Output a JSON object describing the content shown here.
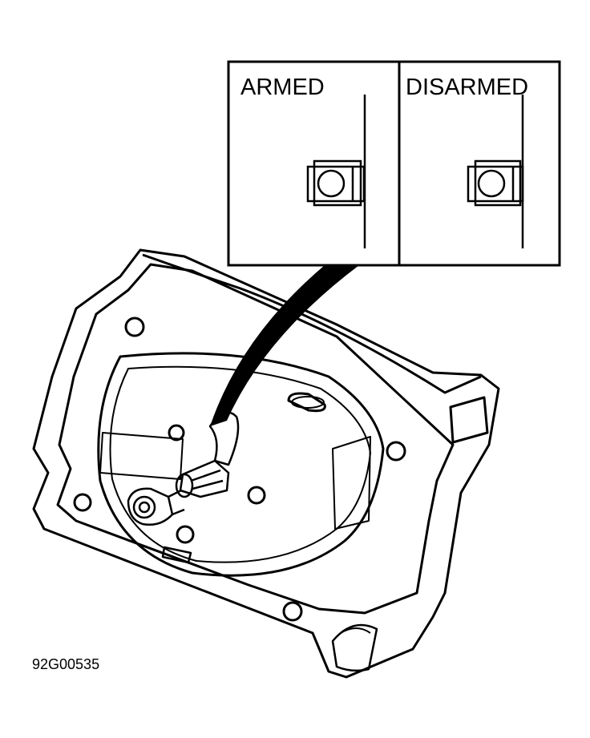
{
  "figure": {
    "id_label": "92G00535",
    "panels": [
      {
        "label": "ARMED"
      },
      {
        "label": "DISARMED"
      }
    ]
  },
  "colors": {
    "ink": "#000000",
    "paper": "#ffffff"
  }
}
